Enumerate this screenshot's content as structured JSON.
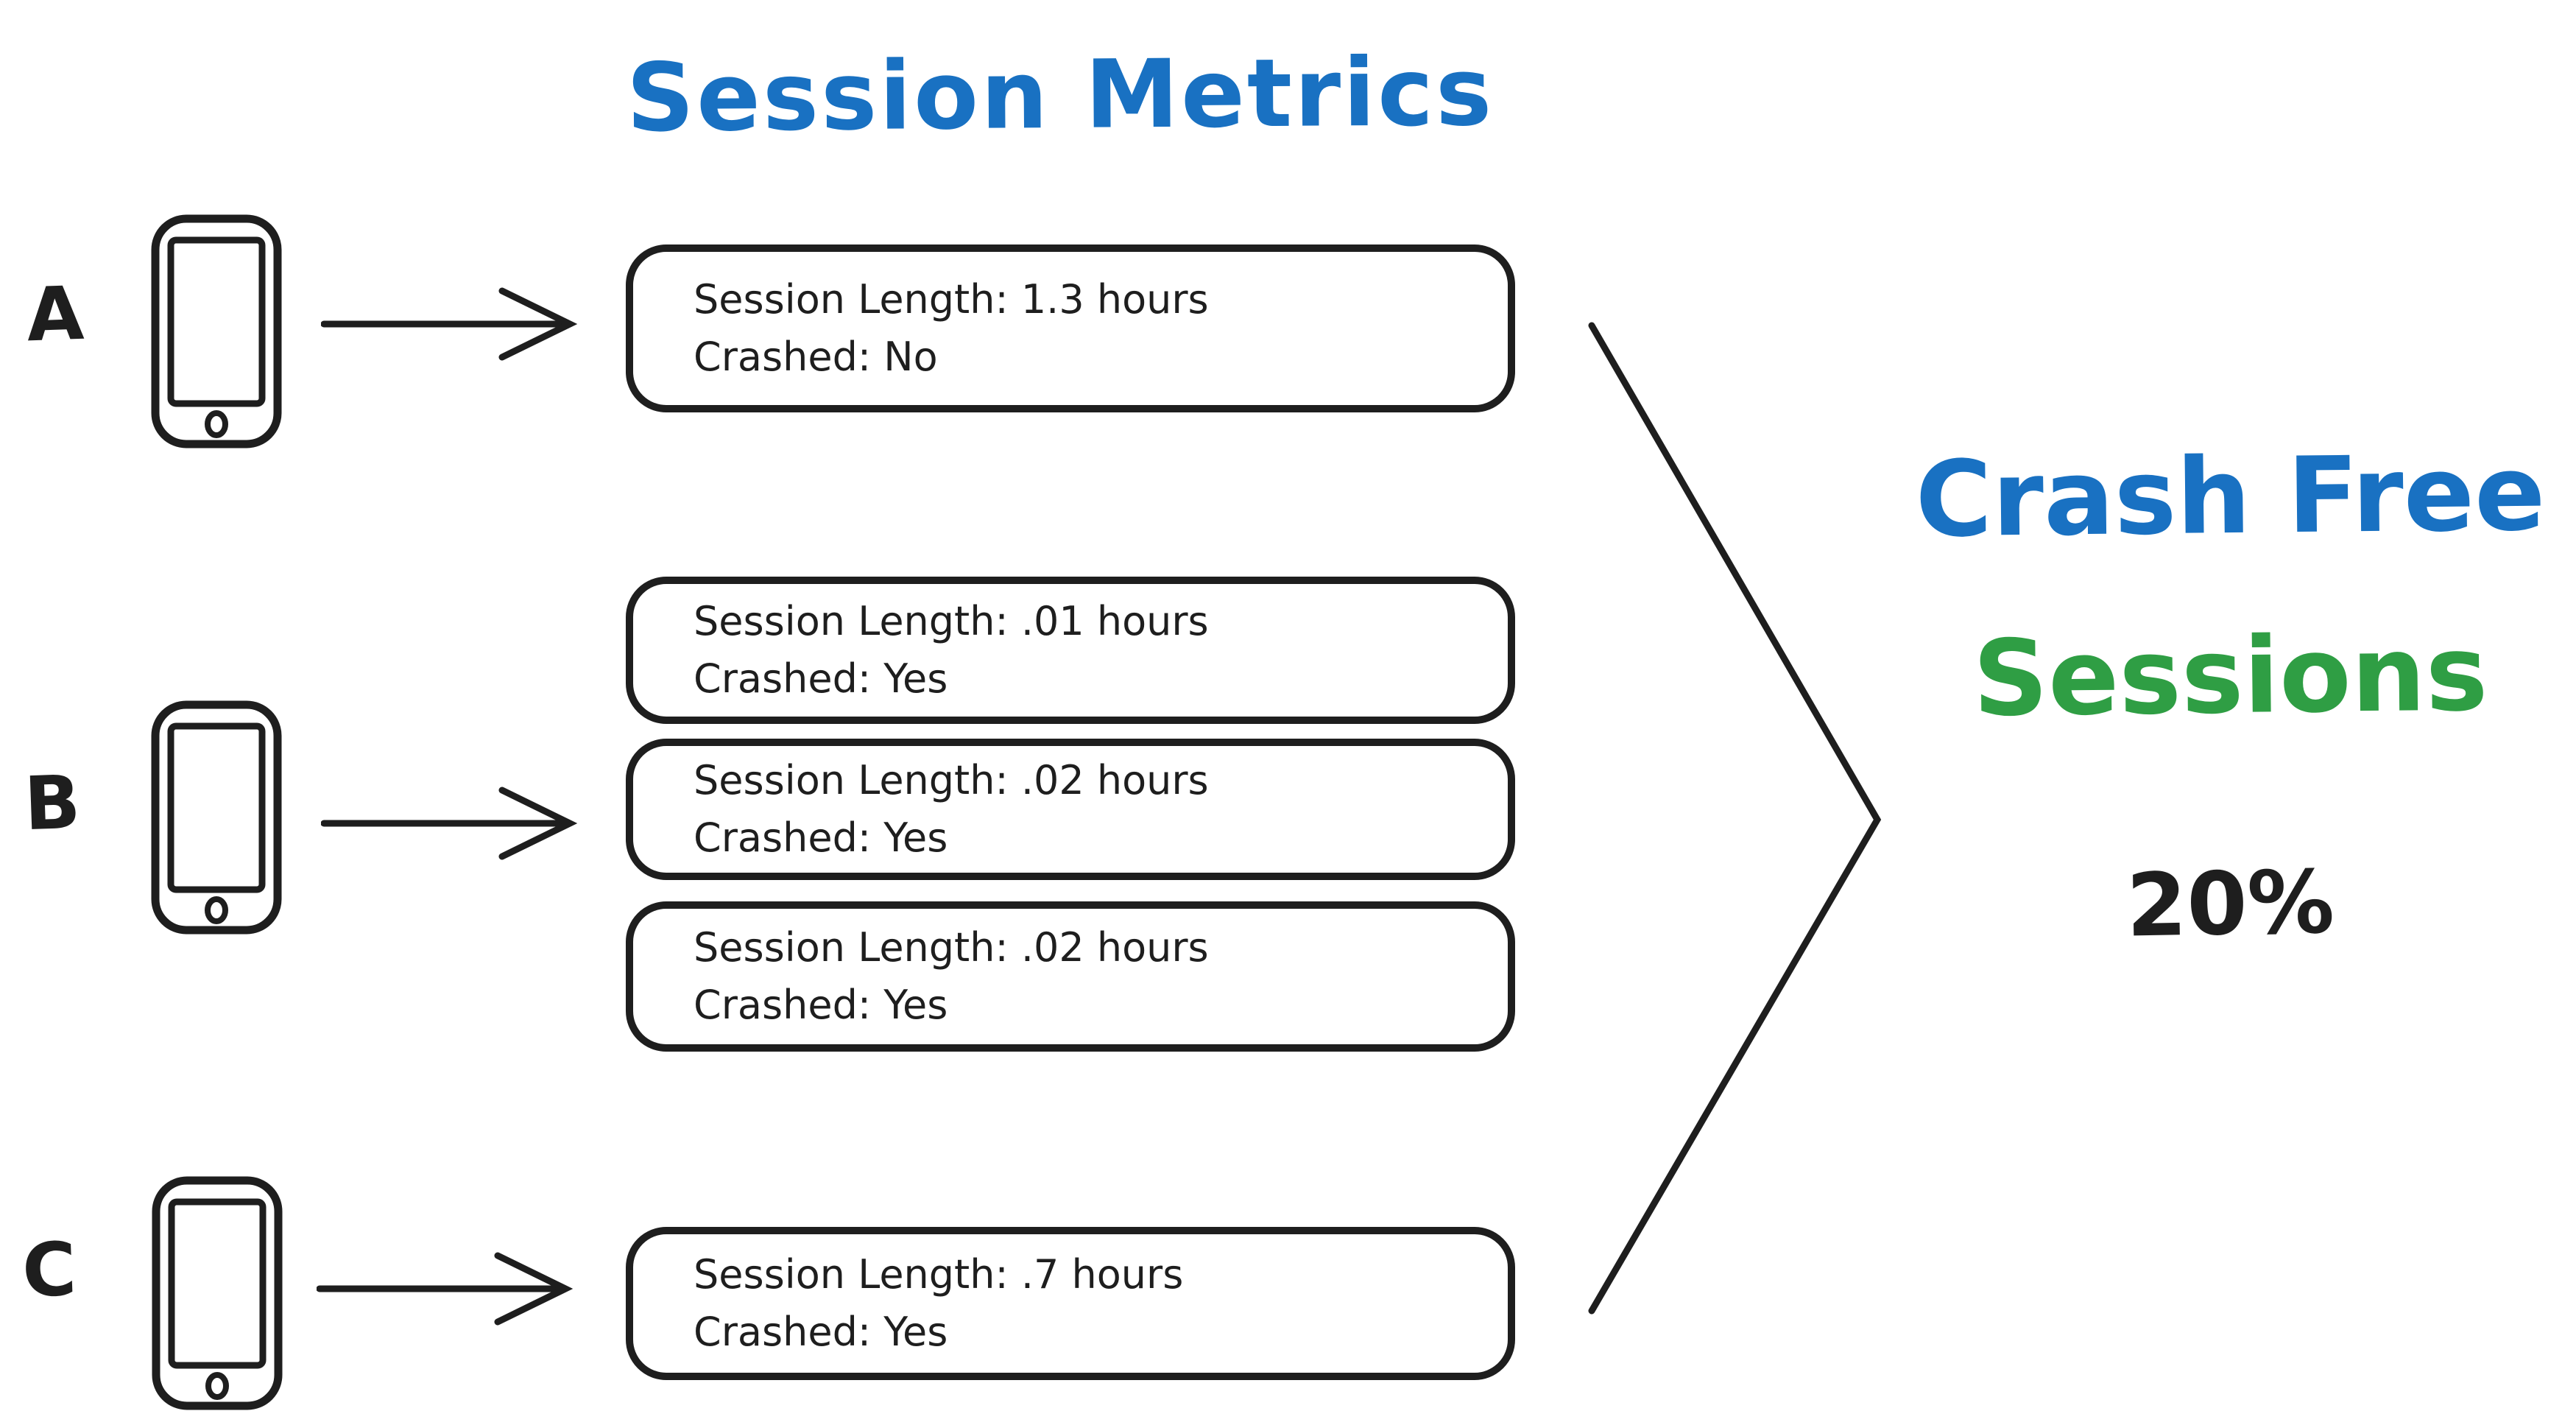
{
  "title": "Session Metrics",
  "colors": {
    "title_blue": "#1971c2",
    "sessions_green": "#2f9e44",
    "ink": "#1e1e1e"
  },
  "icons": {
    "phone": "phone-icon",
    "arrow": "arrow-right-icon",
    "chevron": "converge-chevron-icon"
  },
  "devices": [
    {
      "label": "A",
      "boxes": [
        {
          "line1": "Session Length: 1.3 hours",
          "line2": "Crashed: No"
        }
      ]
    },
    {
      "label": "B",
      "boxes": [
        {
          "line1": "Session Length: .01 hours",
          "line2": "Crashed: Yes"
        },
        {
          "line1": "Session Length: .02 hours",
          "line2": "Crashed: Yes"
        },
        {
          "line1": "Session Length: .02 hours",
          "line2": "Crashed: Yes"
        }
      ]
    },
    {
      "label": "C",
      "boxes": [
        {
          "line1": "Session Length: .7 hours",
          "line2": "Crashed: Yes"
        }
      ]
    }
  ],
  "result": {
    "line1": "Crash Free",
    "line2": "Sessions",
    "value": "20%"
  }
}
